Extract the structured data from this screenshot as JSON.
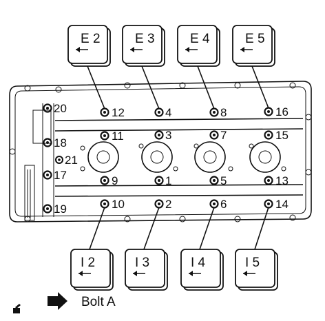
{
  "exhaust_boxes": [
    {
      "label": "E 2"
    },
    {
      "label": "E 3"
    },
    {
      "label": "E 4"
    },
    {
      "label": "E 5"
    }
  ],
  "intake_boxes": [
    {
      "label": "I 2"
    },
    {
      "label": "I 3"
    },
    {
      "label": "I 4"
    },
    {
      "label": "I 5"
    }
  ],
  "bolt_numbers": {
    "n1": "1",
    "n2": "2",
    "n3": "3",
    "n4": "4",
    "n5": "5",
    "n6": "6",
    "n7": "7",
    "n8": "8",
    "n9": "9",
    "n10": "10",
    "n11": "11",
    "n12": "12",
    "n13": "13",
    "n14": "14",
    "n15": "15",
    "n16": "16",
    "n17": "17",
    "n18": "18",
    "n19": "19",
    "n20": "20",
    "n21": "21"
  },
  "legend": {
    "icon": "right-arrow-icon",
    "label": "Bolt A"
  },
  "corner_mark_icon": "ink-mark-icon"
}
